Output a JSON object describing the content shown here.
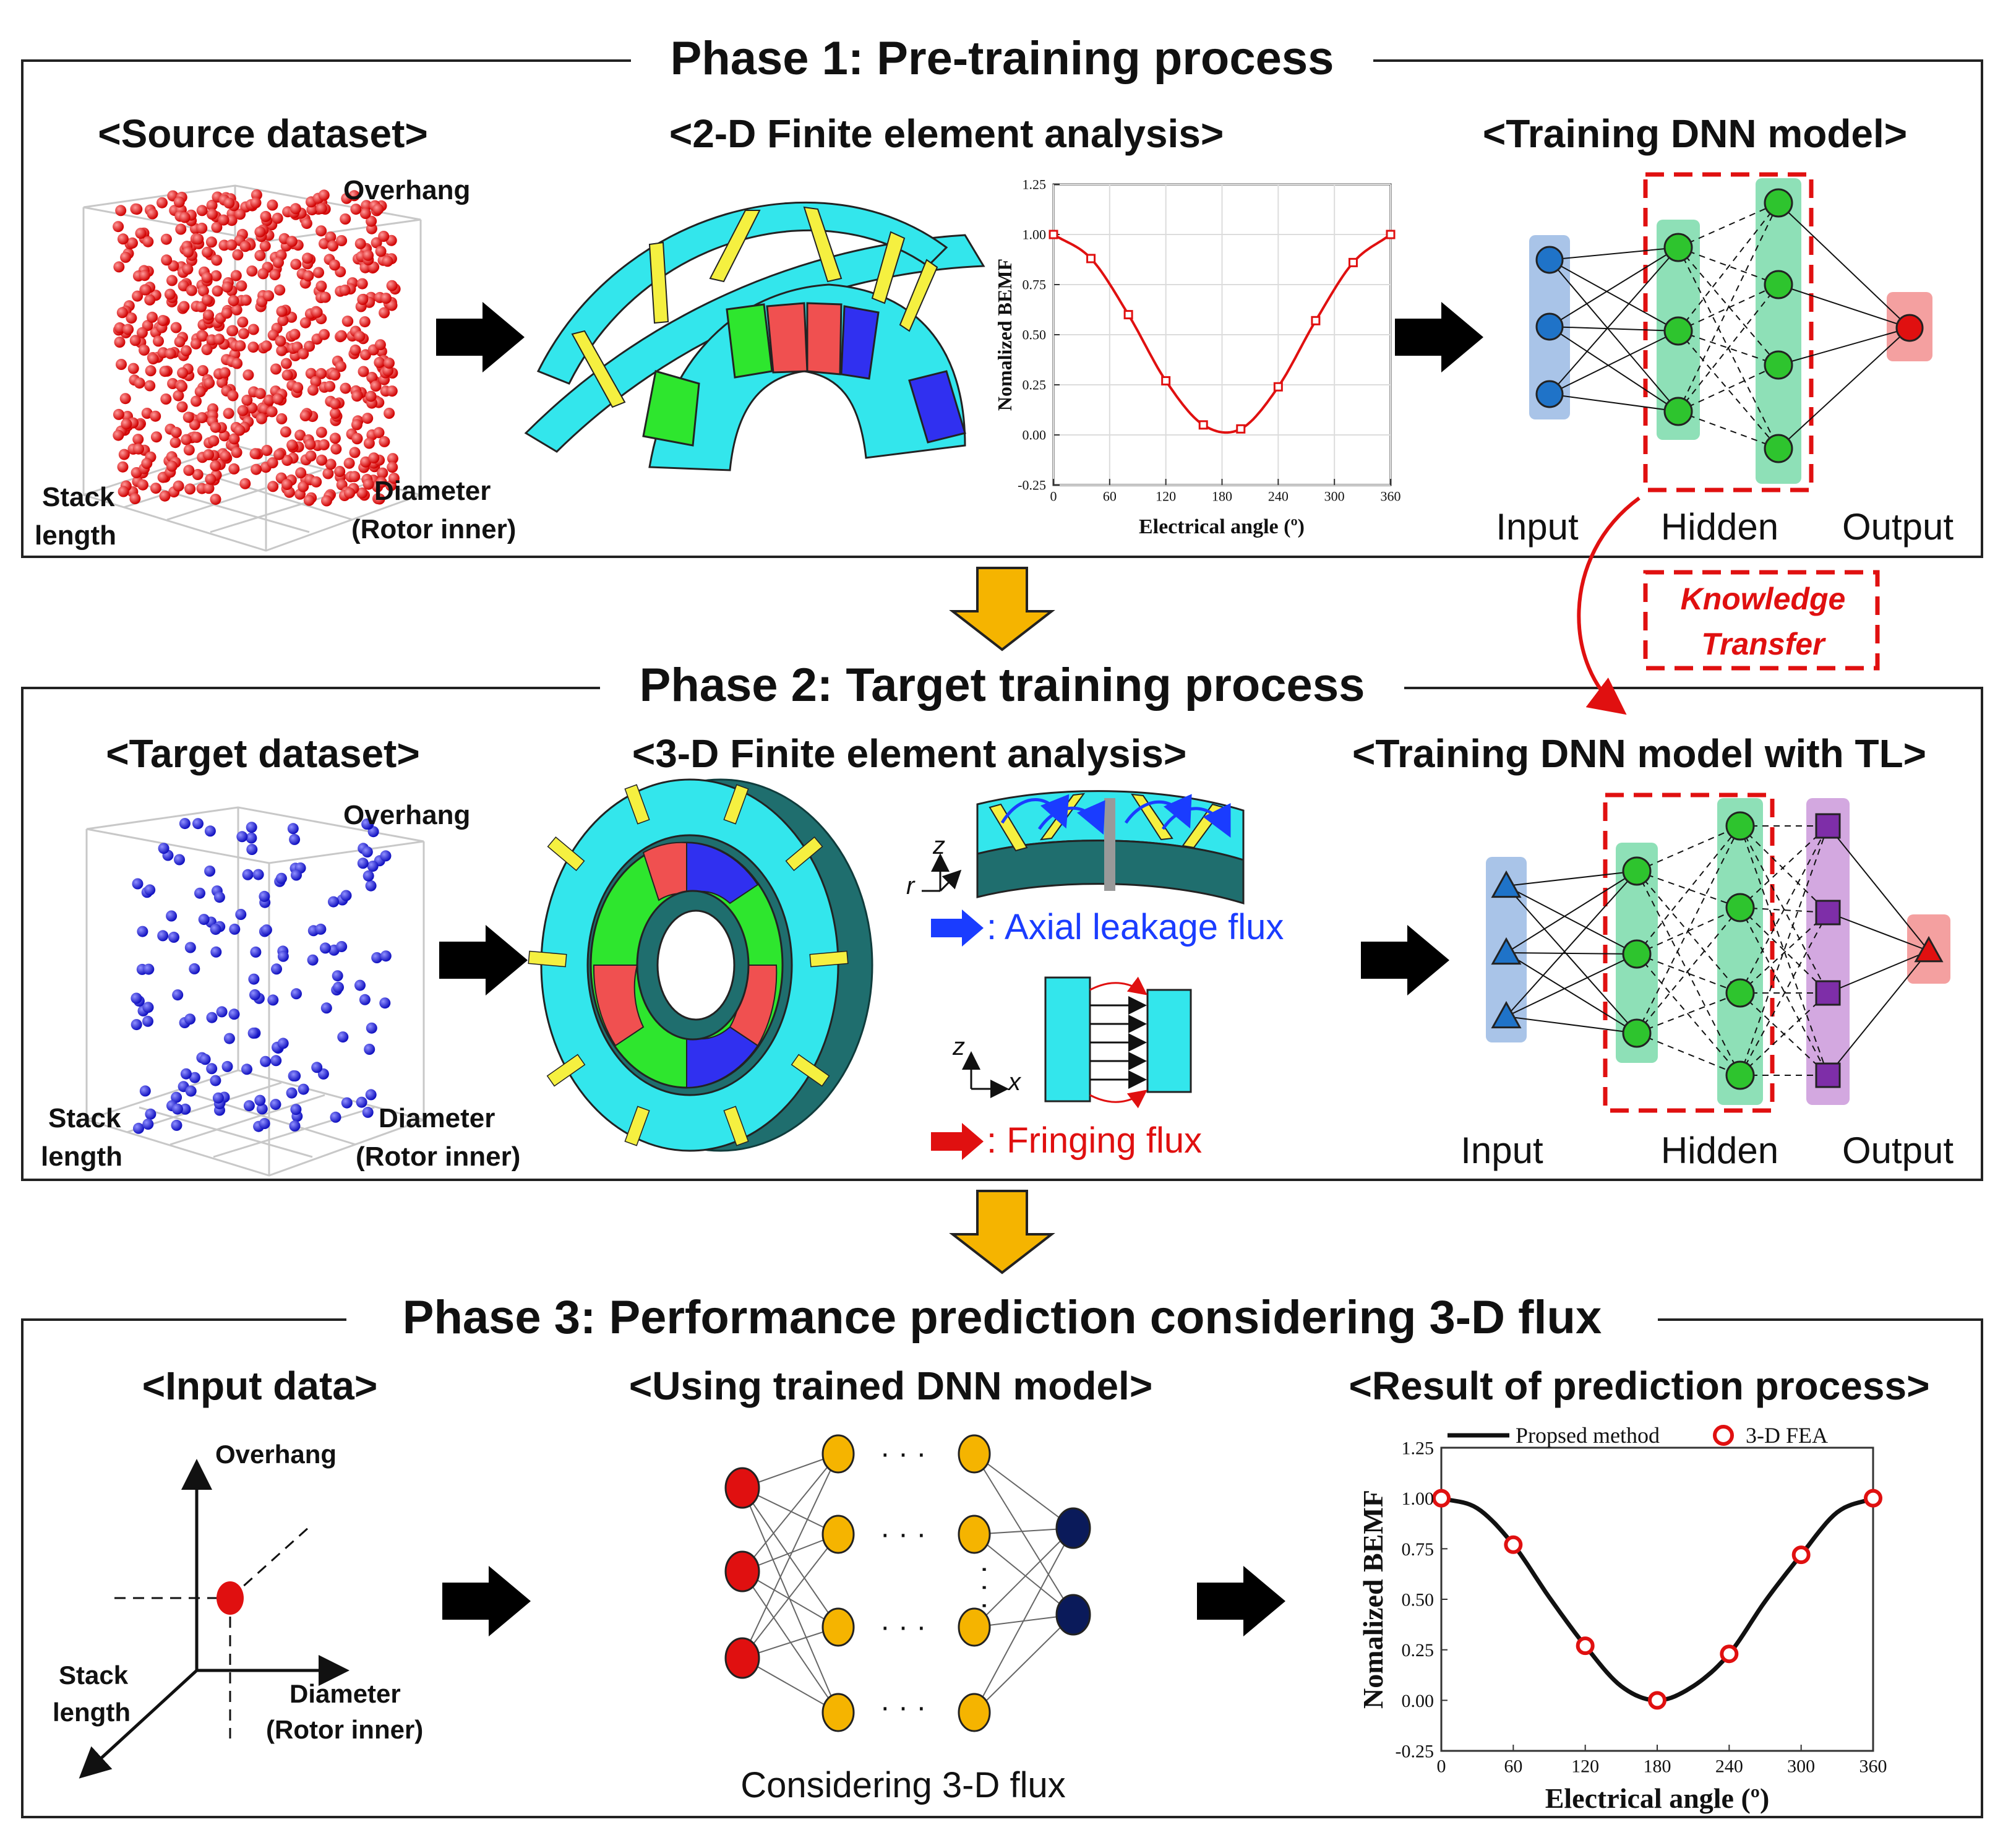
{
  "phases": [
    {
      "title": "Phase 1: Pre-training process",
      "sections": [
        "<Source dataset>",
        "<2-D Finite element analysis>",
        "<Training DNN model>"
      ],
      "axes": {
        "top": "Overhang",
        "left_1": "Stack",
        "left_2": "length",
        "right_1": "Diameter",
        "right_2": "(Rotor inner)"
      },
      "nn_labels": [
        "Input",
        "Hidden",
        "Output"
      ]
    },
    {
      "title": "Phase 2: Target training process",
      "sections": [
        "<Target dataset>",
        "<3-D Finite element analysis>",
        "<Training DNN model with TL>"
      ],
      "axes": {
        "top": "Overhang",
        "left_1": "Stack",
        "left_2": "length",
        "right_1": "Diameter",
        "right_2": "(Rotor inner)"
      },
      "nn_labels": [
        "Input",
        "Hidden",
        "Output"
      ],
      "axial_legend": ": Axial leakage flux",
      "fringing_legend": ": Fringing flux",
      "coord_axial": {
        "z": "z",
        "r": "r"
      },
      "coord_fringe": {
        "z": "z",
        "x": "x"
      }
    },
    {
      "title": "Phase 3: Performance prediction considering 3-D flux",
      "sections": [
        "<Input data>",
        "<Using trained DNN model>",
        "<Result of prediction process>"
      ],
      "axes": {
        "top": "Overhang",
        "left_1": "Stack",
        "left_2": "length",
        "right_1": "Diameter",
        "right_2": "(Rotor inner)"
      },
      "caption": "Considering 3-D flux",
      "dots": "· · ·"
    }
  ],
  "knowledge_transfer": {
    "line1": "Knowledge",
    "line2": "Transfer"
  },
  "colors": {
    "source_points": "#e01010",
    "target_points": "#1a1ad6",
    "accent_red": "#e01010",
    "arrow_gold": "#f5b400"
  },
  "chart_data": [
    {
      "type": "line",
      "x": [
        0,
        40,
        80,
        120,
        160,
        200,
        240,
        280,
        320,
        360
      ],
      "y": [
        1.0,
        0.88,
        0.6,
        0.27,
        0.05,
        0.03,
        0.24,
        0.57,
        0.86,
        1.0
      ],
      "xlabel": "Electrical angle (º)",
      "ylabel": "Nomalized BEMF",
      "xlim": [
        0,
        360
      ],
      "ylim": [
        -0.25,
        1.25
      ],
      "xticks": [
        "0",
        "60",
        "120",
        "180",
        "240",
        "300",
        "360"
      ],
      "yticks": [
        "-0.25",
        "0.00",
        "0.25",
        "0.50",
        "0.75",
        "1.00",
        "1.25"
      ]
    },
    {
      "type": "line",
      "series": [
        {
          "name": "Propsed method",
          "x": [
            0,
            30,
            60,
            90,
            120,
            150,
            180,
            210,
            240,
            270,
            300,
            330,
            360
          ],
          "y": [
            1.0,
            0.95,
            0.77,
            0.51,
            0.27,
            0.07,
            0.0,
            0.07,
            0.23,
            0.49,
            0.72,
            0.93,
            1.0
          ]
        },
        {
          "name": "3-D FEA",
          "x": [
            0,
            60,
            120,
            180,
            240,
            300,
            360
          ],
          "y": [
            1.0,
            0.77,
            0.27,
            0.0,
            0.23,
            0.72,
            1.0
          ]
        }
      ],
      "xlabel": "Electrical angle (º)",
      "ylabel": "Nomalized BEMF",
      "xlim": [
        0,
        360
      ],
      "ylim": [
        -0.25,
        1.25
      ],
      "xticks": [
        "0",
        "60",
        "120",
        "180",
        "240",
        "300",
        "360"
      ],
      "yticks": [
        "-0.25",
        "0.00",
        "0.25",
        "0.50",
        "0.75",
        "1.00",
        "1.25"
      ]
    }
  ]
}
